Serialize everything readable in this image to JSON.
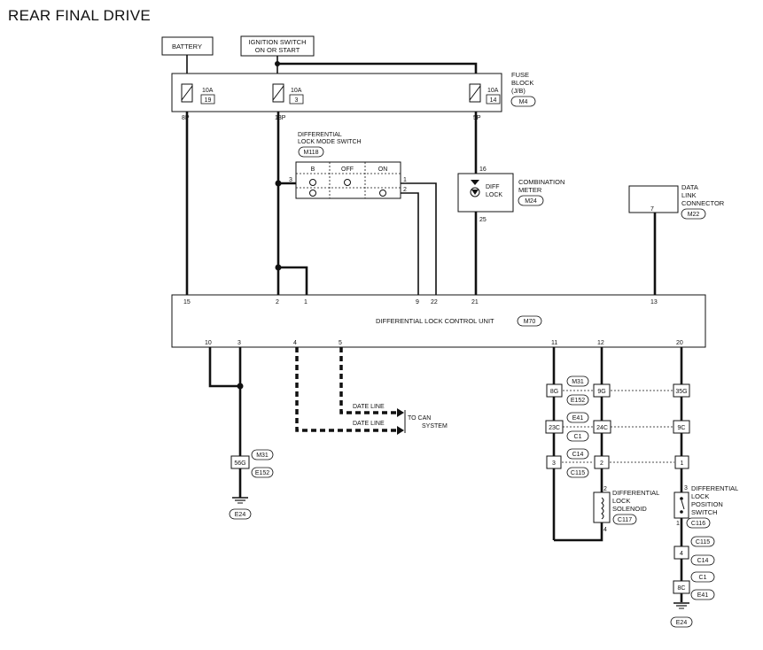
{
  "title": "REAR FINAL DRIVE",
  "battery": "BATTERY",
  "ignition_l1": "IGNITION SWITCH",
  "ignition_l2": "ON OR START",
  "fuse_block": {
    "l1": "FUSE",
    "l2": "BLOCK",
    "l3": "(J/B)",
    "conn": "M4"
  },
  "fuses": [
    {
      "amp": "10A",
      "num": "19",
      "pin": "8P"
    },
    {
      "amp": "10A",
      "num": "3",
      "pin": "13P"
    },
    {
      "amp": "10A",
      "num": "14",
      "pin": "5P"
    }
  ],
  "mode_switch": {
    "l1": "DIFFERENTIAL",
    "l2": "LOCK MODE SWITCH",
    "conn": "M118",
    "col_b": "B",
    "col_off": "OFF",
    "col_on": "ON",
    "pin_left": "3",
    "pin_r1": "1",
    "pin_r2": "2"
  },
  "meter": {
    "pin_top": "16",
    "pin_bot": "25",
    "diff": "DIFF",
    "lock": "LOCK",
    "l1": "COMBINATION",
    "l2": "METER",
    "conn": "M24"
  },
  "dlc": {
    "l1": "DATA",
    "l2": "LINK",
    "l3": "CONNECTOR",
    "conn": "M22",
    "pin": "7"
  },
  "control_unit": {
    "label": "DIFFERENTIAL LOCK CONTROL UNIT",
    "conn": "M70",
    "pins_top": [
      "15",
      "2",
      "1",
      "9",
      "22",
      "21",
      "13"
    ],
    "pins_bottom": [
      "10",
      "3",
      "4",
      "5",
      "11",
      "12",
      "20"
    ]
  },
  "can": {
    "line1": "DATE LINE",
    "line2": "DATE LINE",
    "to1": "TO CAN",
    "to2": "SYSTEM"
  },
  "ground_left": {
    "joint": "56G",
    "c1": "M31",
    "c2": "E152",
    "gnd": "E24"
  },
  "connectors": {
    "row1": {
      "p11": "8G",
      "p12": "9G",
      "p20": "35G",
      "top": "M31",
      "bot": "E152"
    },
    "row2": {
      "p11": "23C",
      "p12": "24C",
      "p20": "9C",
      "top": "E41",
      "bot": "C1"
    },
    "row3": {
      "p11": "3",
      "p12": "2",
      "p20": "1",
      "top": "C14",
      "bot": "C115"
    }
  },
  "solenoid": {
    "l1": "DIFFERENTIAL",
    "l2": "LOCK",
    "l3": "SOLENOID",
    "conn": "C117",
    "pin_top": "2",
    "pin_bot": "4"
  },
  "position_switch": {
    "l1": "DIFFERENTIAL",
    "l2": "LOCK",
    "l3": "POSITION",
    "l4": "SWITCH",
    "conn": "C116",
    "pin_top": "3",
    "pin_bot": "1"
  },
  "ground_right": {
    "c1": "C115",
    "joint1": "4",
    "c2": "C14",
    "c3": "C1",
    "joint2": "8C",
    "c4": "E41",
    "gnd": "E24"
  }
}
